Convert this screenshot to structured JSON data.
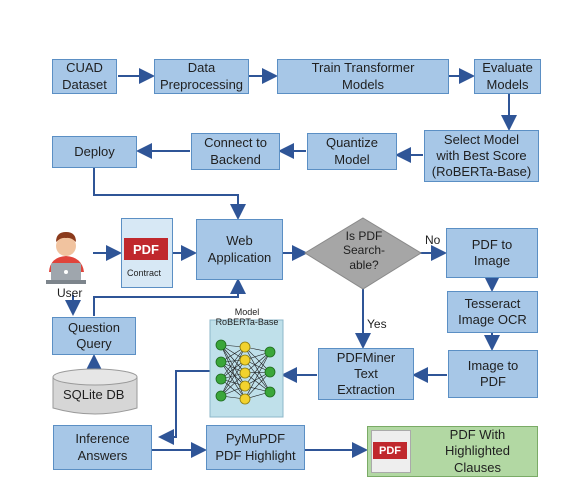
{
  "boxes": {
    "cuad": "CUAD\nDataset",
    "preprocess": "Data\nPreprocessing",
    "train": "Train Transformer\nModels",
    "evaluate": "Evaluate\nModels",
    "select": "Select Model\nwith Best Score\n(RoBERTa-Base)",
    "quantize": "Quantize\nModel",
    "connect": "Connect to\nBackend",
    "deploy": "Deploy",
    "webapp": "Web\nApplication",
    "pdf_to_image": "PDF to\nImage",
    "tesseract": "Tesseract\nImage OCR",
    "image_to_pdf": "Image to\nPDF",
    "pdfminer": "PDFMiner\nText\nExtraction",
    "question": "Question\nQuery",
    "inference": "Inference\nAnswers",
    "pymupdf": "PyMuPDF\nPDF Highlight",
    "output": "PDF With\nHighlighted\nClauses"
  },
  "decision": "Is PDF\nSearch-\nable?",
  "edge_labels": {
    "no": "No",
    "yes": "Yes"
  },
  "user_label": "User",
  "contract": {
    "badge": "PDF",
    "caption": "Contract"
  },
  "model_caption": "Model\nRoBERTa-Base",
  "db_label": "SQLite DB",
  "output_badge": "PDF",
  "colors": {
    "box_fill": "#a7c7e7",
    "box_border": "#5b8fc4",
    "arrow": "#2f5597",
    "output_fill": "#b2d8a3",
    "pdf_red": "#c0282d",
    "decision_fill": "#a6a6a6"
  }
}
